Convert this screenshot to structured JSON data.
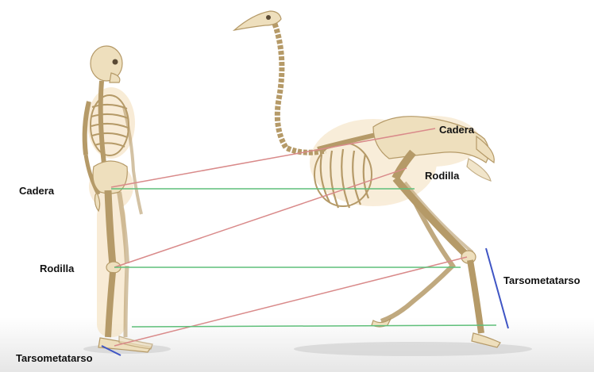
{
  "labels": {
    "human_hip": "Cadera",
    "human_knee": "Rodilla",
    "human_tarsometatarsus": "Tarsometatarso",
    "ostrich_hip": "Cadera",
    "ostrich_knee": "Rodilla",
    "ostrich_tarsometatarsus": "Tarsometatarso"
  },
  "colors": {
    "bone": "#eedfbd",
    "bone_stroke": "#b59a68",
    "flesh_glow": "#f3dcb5",
    "red_line": "#d98a8a",
    "green_line": "#5fbf7a",
    "blue_line": "#3f55c4",
    "floor": "#ececec",
    "shadow": "#cfcfcf"
  }
}
